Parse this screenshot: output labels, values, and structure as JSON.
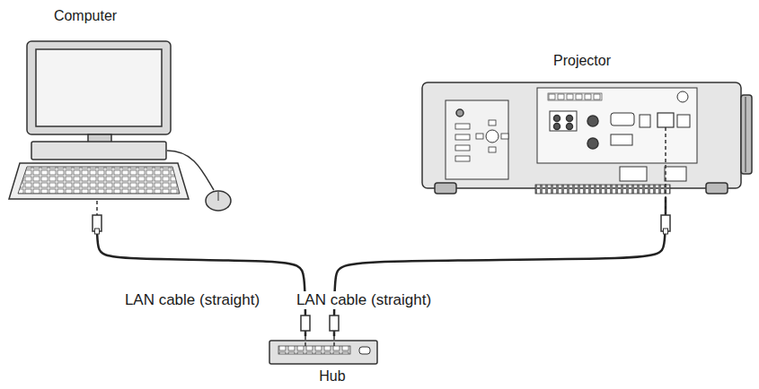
{
  "diagram": {
    "nodes": [
      {
        "text": [
          "Computer"
        ]
      },
      {
        "text": [
          "Projector"
        ]
      },
      {
        "text": [
          "Hub"
        ]
      }
    ],
    "edges": [
      {
        "from": 0,
        "to": 2,
        "arrow": "none",
        "label": "LAN cable (straight)"
      },
      {
        "from": 1,
        "to": 2,
        "arrow": "none",
        "label": "LAN cable (straight)"
      }
    ]
  }
}
